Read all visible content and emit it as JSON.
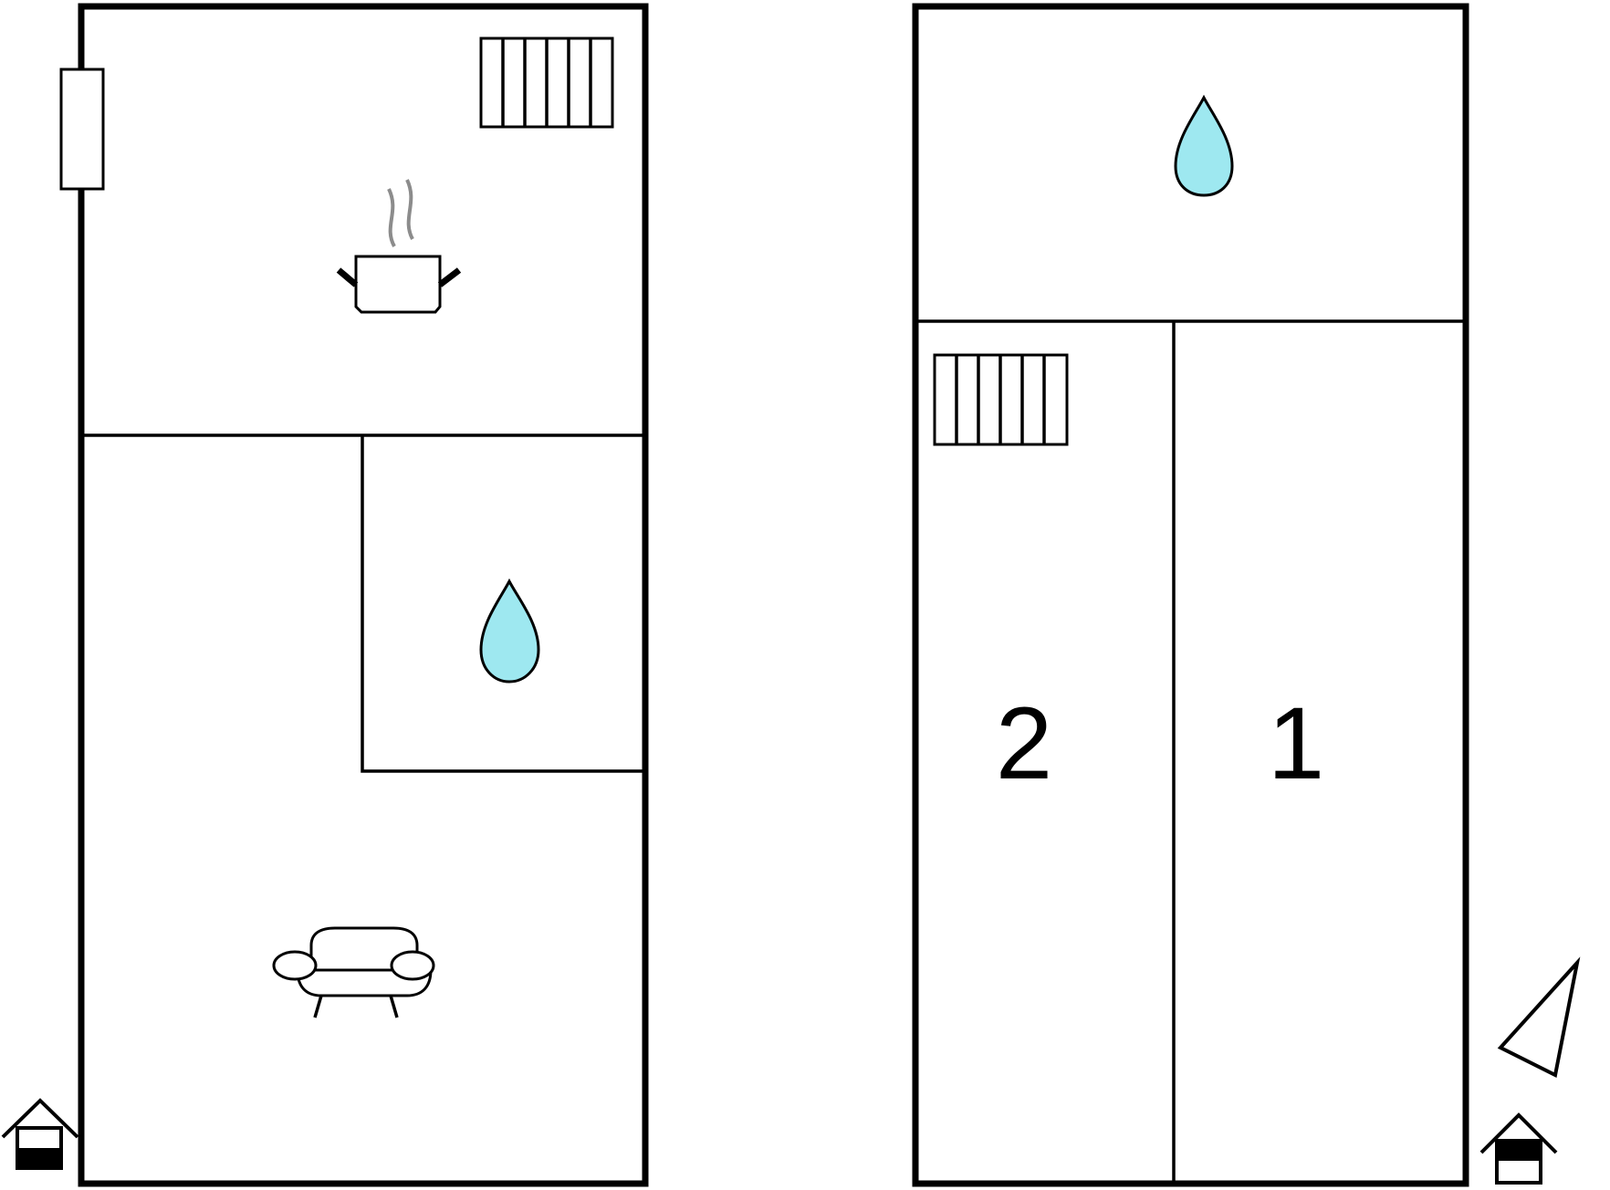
{
  "colors": {
    "wall": "#000000",
    "background": "#ffffff",
    "water_drop": "#9ee8f0",
    "steam": "#8c8c8c"
  },
  "floors": [
    {
      "name": "ground-floor",
      "icons": [
        "door-icon",
        "stairs-icon",
        "kitchen-pot-icon",
        "bathroom-water-drop-icon",
        "living-room-sofa-icon",
        "ground-floor-house-icon"
      ]
    },
    {
      "name": "upper-floor",
      "rooms": [
        {
          "label": "2"
        },
        {
          "label": "1"
        }
      ],
      "icons": [
        "bathroom-water-drop-icon",
        "stairs-icon",
        "upper-floor-house-icon",
        "north-arrow-icon"
      ]
    }
  ]
}
